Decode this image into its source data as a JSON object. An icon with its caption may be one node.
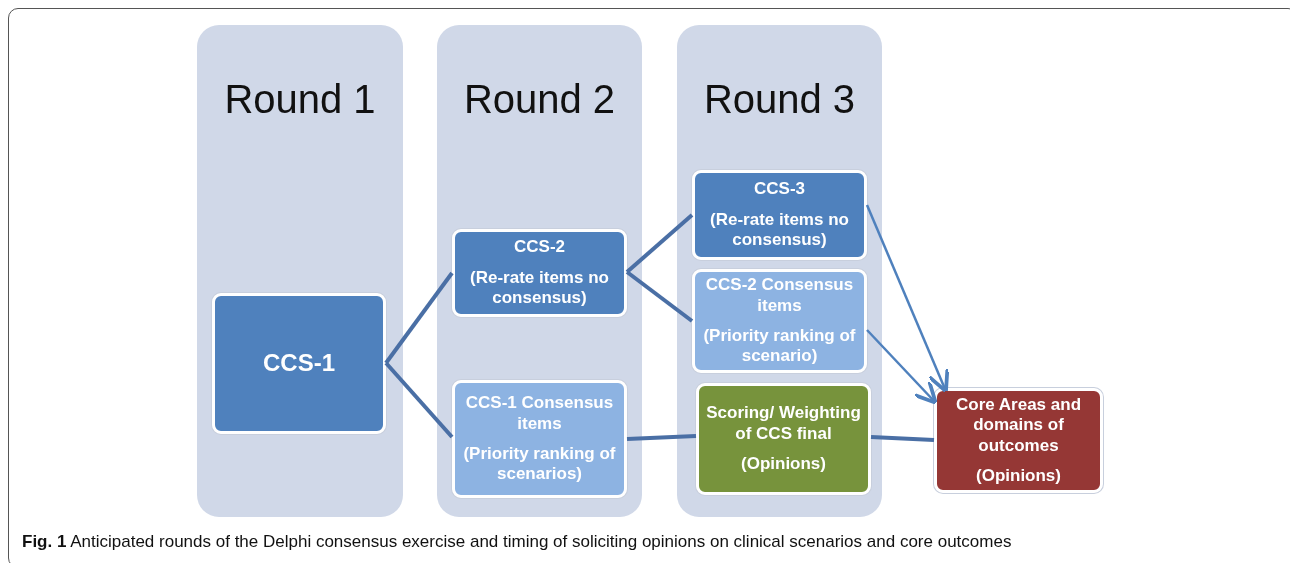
{
  "diagram": {
    "caption": "**Fig. 1** Anticipated rounds of the Delphi consensus exercise and timing of soliciting opinions on clinical scenarios and core outcomes",
    "nodes": [
      {
        "text": [
          "Round 1"
        ]
      },
      {
        "text": [
          "Round 2"
        ]
      },
      {
        "text": [
          "Round 3"
        ]
      },
      {
        "text": [
          "CCS-1"
        ],
        "in": 0
      },
      {
        "text": [
          "CCS-2",
          "(Re-rate  items no consensus)"
        ],
        "in": 1
      },
      {
        "text": [
          "CCS-1 Consensus items",
          "(Priority ranking of  scenarios)"
        ],
        "in": 1
      },
      {
        "text": [
          "CCS-3",
          "(Re-rate items no consensus)"
        ],
        "in": 2
      },
      {
        "text": [
          "CCS-2 Consensus items",
          "(Priority ranking of  scenario)"
        ],
        "in": 2
      },
      {
        "text": [
          "Scoring/ Weighting of CCS final",
          "(Opinions)"
        ],
        "in": 2
      },
      {
        "text": [
          "Core Areas and domains of outcomes",
          "(Opinions)"
        ]
      }
    ],
    "edges": [
      {
        "from": 3,
        "to": 4,
        "arrow": "none"
      },
      {
        "from": 3,
        "to": 5,
        "arrow": "none"
      },
      {
        "from": 4,
        "to": 6,
        "arrow": "none"
      },
      {
        "from": 4,
        "to": 7,
        "arrow": "none"
      },
      {
        "from": 5,
        "to": 8,
        "arrow": "none"
      },
      {
        "from": 8,
        "to": 9,
        "arrow": "none"
      },
      {
        "from": 6,
        "to": 9,
        "arrow": "to",
        "color": "#4f81bd"
      },
      {
        "from": 7,
        "to": 9,
        "arrow": "to",
        "color": "#4f81bd"
      }
    ]
  }
}
